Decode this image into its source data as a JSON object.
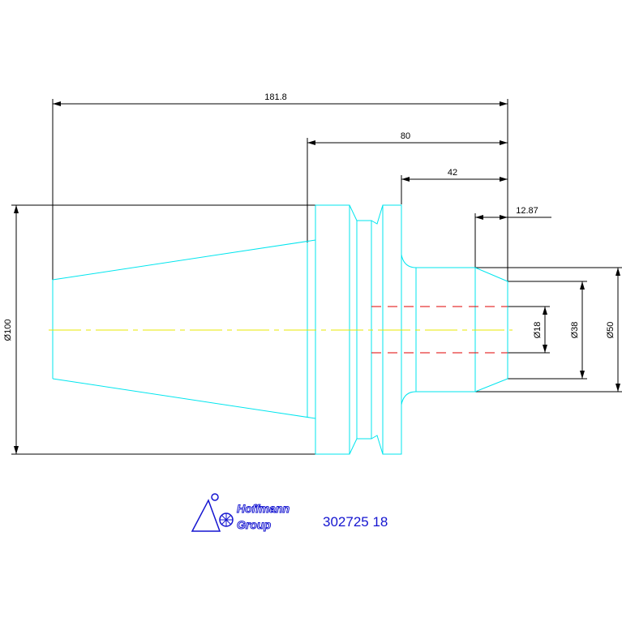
{
  "dimensions": {
    "overall_length": "181.8",
    "length_80": "80",
    "length_42": "42",
    "length_12_87": "12.87",
    "dia_100": "Ø100",
    "dia_18": "Ø18",
    "dia_38": "Ø38",
    "dia_50": "Ø50"
  },
  "logo": {
    "line1": "Hoffmann",
    "line2": "Group"
  },
  "part_number": "302725 18",
  "colors": {
    "dimension": "#000000",
    "part_outline": "#00e5ee",
    "center_line": "#e8e800",
    "hidden_line": "#e00000",
    "logo_blue": "#1515d0"
  }
}
